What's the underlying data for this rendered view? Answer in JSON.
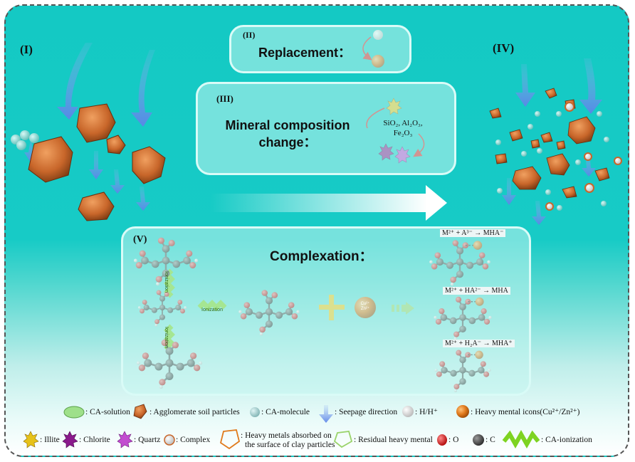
{
  "sections": {
    "i": "(I)",
    "ii": "(II)",
    "iii": "(III)",
    "iv": "(IV)",
    "v": "(V)"
  },
  "panel_ii": {
    "title": "Replacement："
  },
  "panel_iii": {
    "title_line1": "Mineral composition",
    "title_line2": "change：",
    "chem_line1": "SiO₂,   Al₂O₃,",
    "chem_line2": "Fe₂O₃"
  },
  "panel_v": {
    "title": "Complexation：",
    "ionization_label_1": "Ionization",
    "ionization_label_2": "Ionization",
    "ionization_label_3": "Ionization",
    "ion_label": "Cu²⁺\nZn²⁺",
    "eq1": "M²⁺ + A³⁻ → MHA⁻",
    "eq2": "M²⁺ + HA²⁻ → MHA",
    "eq3": "M²⁺ + H₂A⁻ → MHA⁺"
  },
  "legend": {
    "ca_solution": ": CA-solution",
    "agglomerate": ": Agglomerate soil particles",
    "ca_molecule": ": CA-molecule",
    "seepage": ": Seepage direction",
    "h": ": H/H⁺",
    "heavy_metal": ": Heavy mental icons(Cu²⁺/Zn²⁺)",
    "illite": ": Illite",
    "chlorite": ": Chlorite",
    "quartz": ": Quartz",
    "complex": ": Complex",
    "absorbed_line1": ": Heavy metals absorbed on",
    "absorbed_line2": "the surface of clay particles",
    "residual": ": Residual heavy mental",
    "o": ": O",
    "c": ": C",
    "ca_ionization": ": CA-ionization"
  },
  "colors": {
    "background_teal": "#17cbc6",
    "soil_orange": "#c8662a",
    "metal_orange": "#e07a1c",
    "illite": "#e6c21a",
    "chlorite": "#8a1a8c",
    "quartz": "#c24dd0",
    "oxygen_red": "#e01818",
    "carbon_gray": "#4a4a4a",
    "ionization_green": "#7ed321",
    "plus_yellow": "#f5c518"
  }
}
